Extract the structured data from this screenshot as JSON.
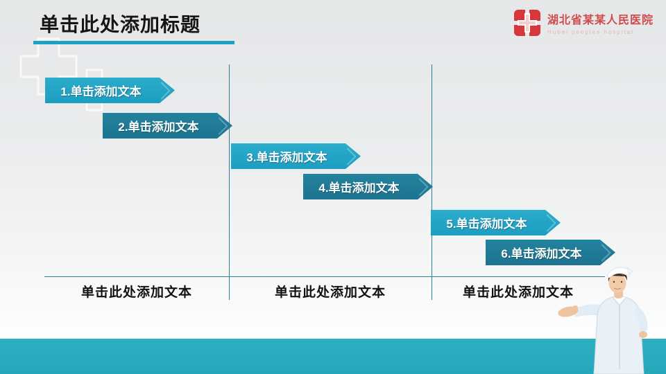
{
  "slide": {
    "title": "单击此处添加标题",
    "logo": {
      "name": "湖北省某某人民医院",
      "subtitle": "Hubei peoples hospital"
    },
    "steps": [
      {
        "label": "1.单击添加文本",
        "tone": "light"
      },
      {
        "label": "2.单击添加文本",
        "tone": "dark"
      },
      {
        "label": "3.单击添加文本",
        "tone": "light"
      },
      {
        "label": "4.单击添加文本",
        "tone": "dark"
      },
      {
        "label": "5.单击添加文本",
        "tone": "light"
      },
      {
        "label": "6.单击添加文本",
        "tone": "dark"
      }
    ],
    "columns": [
      {
        "caption": "单击此处添加文本"
      },
      {
        "caption": "单击此处添加文本"
      },
      {
        "caption": "单击此处添加文本"
      }
    ],
    "icons": {
      "logo": "red-cross-hospital-icon",
      "background": "cross-outline-decoration",
      "figure": "nurse-photo"
    },
    "colors": {
      "accent_light": "#22a3c6",
      "accent_dark": "#1d7390",
      "title_underline": "#1da1c3",
      "guide_line": "#2f7d92",
      "bottom_band": "#28acbe",
      "logo_red": "#cf4b4c"
    }
  }
}
